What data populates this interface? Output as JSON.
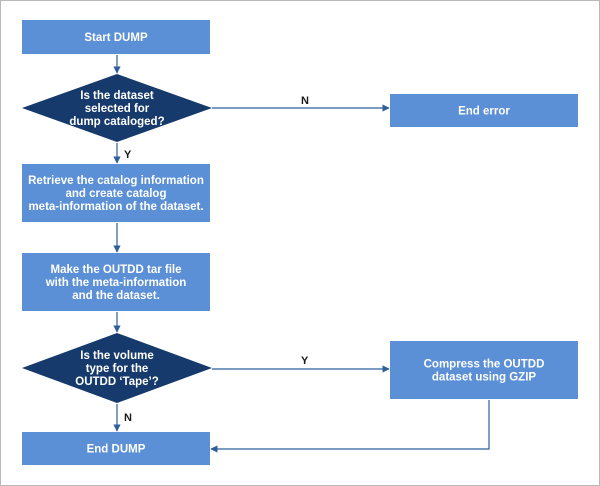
{
  "diagram": {
    "nodes": {
      "start": {
        "type": "process",
        "lines": [
          "Start DUMP"
        ]
      },
      "check1": {
        "type": "decision",
        "lines": [
          "Is the dataset",
          "selected for",
          "dump cataloged?"
        ]
      },
      "error": {
        "type": "process",
        "lines": [
          "End error"
        ]
      },
      "retrieve": {
        "type": "process",
        "lines": [
          "Retrieve the catalog information",
          "and create catalog",
          "meta-information of the dataset."
        ]
      },
      "make": {
        "type": "process",
        "lines": [
          "Make the OUTDD tar file",
          "with the meta-information",
          "and the dataset."
        ]
      },
      "check2": {
        "type": "decision",
        "lines": [
          "Is the volume",
          "type for the",
          "OUTDD ‘Tape’?"
        ]
      },
      "compress": {
        "type": "process",
        "lines": [
          "Compress the OUTDD",
          "dataset using GZIP"
        ]
      },
      "end": {
        "type": "process",
        "lines": [
          "End DUMP"
        ]
      }
    },
    "edges": [
      {
        "from": "start",
        "to": "check1",
        "label": ""
      },
      {
        "from": "check1",
        "to": "error",
        "label": "N"
      },
      {
        "from": "check1",
        "to": "retrieve",
        "label": "Y"
      },
      {
        "from": "retrieve",
        "to": "make",
        "label": ""
      },
      {
        "from": "make",
        "to": "check2",
        "label": ""
      },
      {
        "from": "check2",
        "to": "compress",
        "label": "Y"
      },
      {
        "from": "check2",
        "to": "end",
        "label": "N"
      },
      {
        "from": "compress",
        "to": "end",
        "label": ""
      }
    ],
    "colors": {
      "process": "#5b8fd6",
      "decision": "#163a6b",
      "edge": "#2f5f9a",
      "border": "#b9b9b9"
    }
  }
}
